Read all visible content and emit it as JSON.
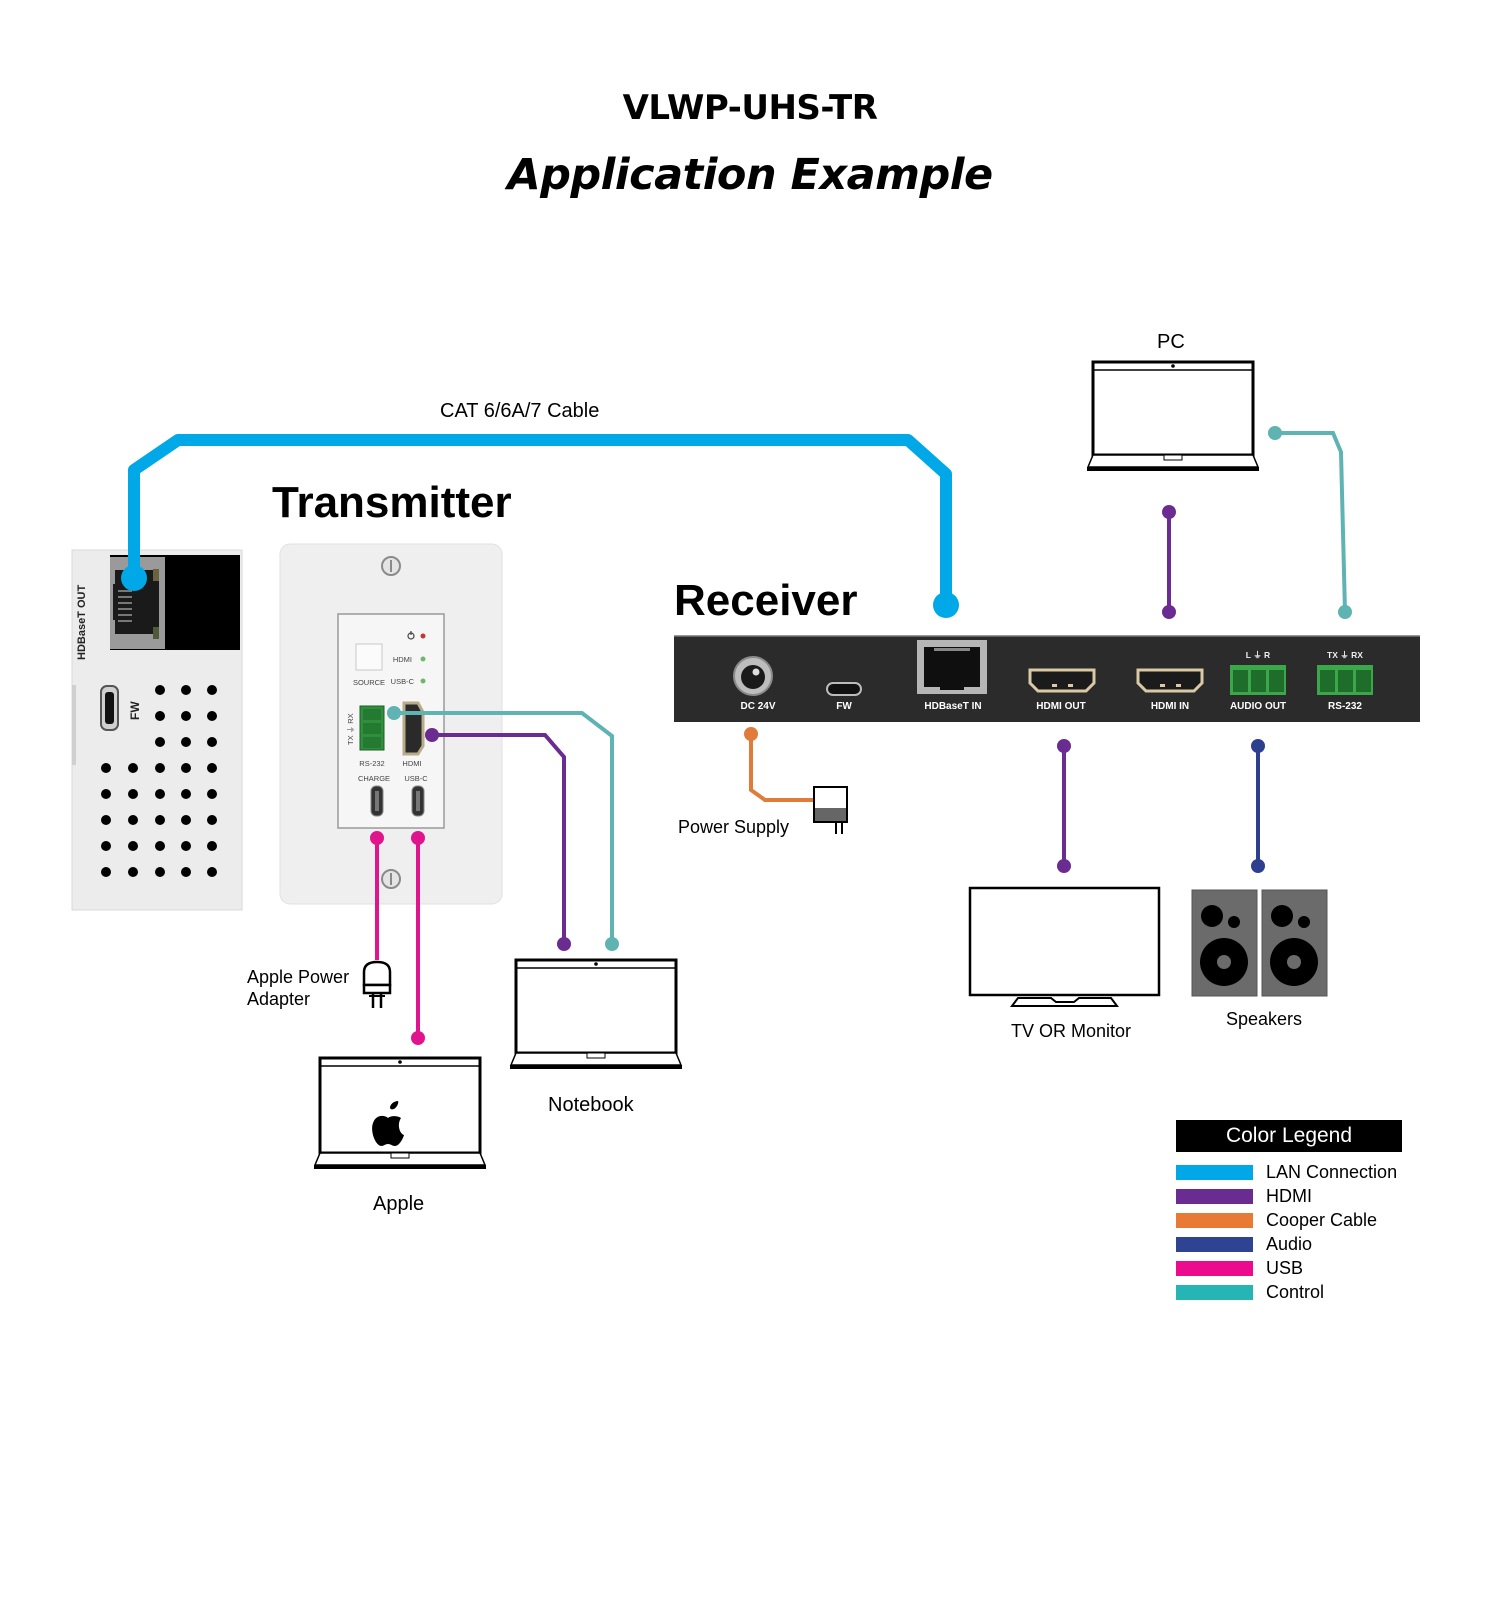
{
  "header": {
    "model": "VLWP-UHS-TR",
    "subtitle": "Application Example"
  },
  "sections": {
    "transmitter": "Transmitter",
    "receiver": "Receiver"
  },
  "cable_label": "CAT 6/6A/7 Cable",
  "wallplate_side": {
    "port_label": "HDBaseT OUT",
    "fw_label": "FW"
  },
  "wallplate_front": {
    "led_power": "power",
    "led_hdmi": "HDMI",
    "led_usbc": "USB-C",
    "source_button": "SOURCE",
    "rs232_pins": "TX ⏚ RX",
    "rs232_label": "RS-232",
    "hdmi_label": "HDMI",
    "charge_label": "CHARGE",
    "usbc_label": "USB-C"
  },
  "receiver_ports": [
    {
      "id": "dc",
      "label": "DC 24V"
    },
    {
      "id": "fw",
      "label": "FW"
    },
    {
      "id": "hdbaset",
      "label": "HDBaseT IN"
    },
    {
      "id": "hdmi_out",
      "label": "HDMI OUT"
    },
    {
      "id": "hdmi_in",
      "label": "HDMI IN"
    },
    {
      "id": "audio_out",
      "label": "AUDIO OUT",
      "pins": "L ⏚ R"
    },
    {
      "id": "rs232",
      "label": "RS-232",
      "pins": "TX ⏚ RX"
    }
  ],
  "devices": {
    "pc": "PC",
    "notebook": "Notebook",
    "apple": "Apple",
    "apple_power_line1": "Apple Power",
    "apple_power_line2": "Adapter",
    "power_supply": "Power Supply",
    "tv": "TV OR Monitor",
    "speakers": "Speakers"
  },
  "colors": {
    "lan": "#00a8e8",
    "hdmi": "#6a2c91",
    "copper": "#e07b39",
    "audio": "#2e3f8f",
    "usb": "#e0148c",
    "control": "#5fb3b3"
  },
  "legend": {
    "title": "Color Legend",
    "items": [
      {
        "label": "LAN Connection",
        "color": "#00a8e8"
      },
      {
        "label": "HDMI",
        "color": "#6a2c91"
      },
      {
        "label": "Cooper Cable",
        "color": "#e97a36"
      },
      {
        "label": "Audio",
        "color": "#2e4392"
      },
      {
        "label": "USB",
        "color": "#ec0b8c"
      },
      {
        "label": "Control",
        "color": "#26b5b5"
      }
    ]
  }
}
